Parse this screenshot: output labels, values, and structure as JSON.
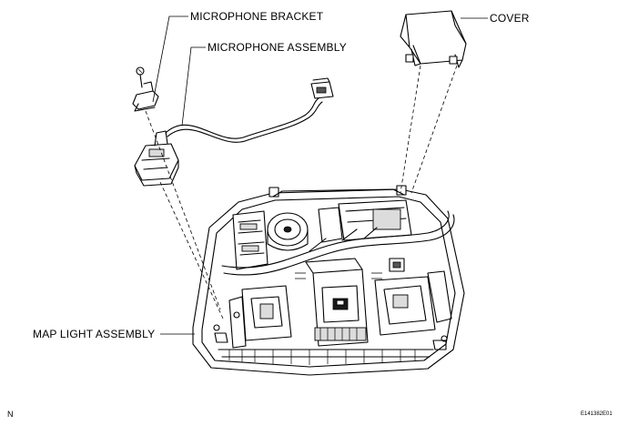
{
  "labels": {
    "microphone_bracket": "MICROPHONE BRACKET",
    "microphone_assembly": "MICROPHONE ASSEMBLY",
    "cover": "COVER",
    "map_light_assembly": "MAP LIGHT ASSEMBLY"
  },
  "footer": {
    "left_mark": "N",
    "figure_code": "E141382E01"
  }
}
